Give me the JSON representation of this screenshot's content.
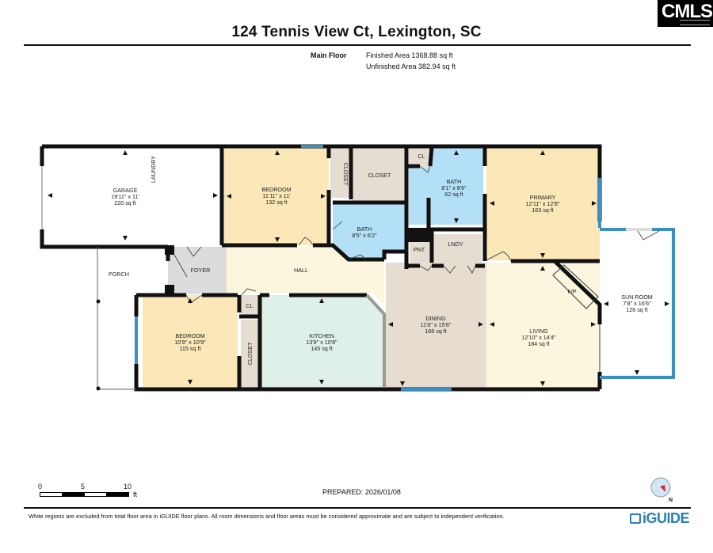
{
  "header": {
    "title": "124 Tennis View Ct, Lexington, SC",
    "logo_text": "CMLS",
    "floor_label": "Main Floor",
    "finished_area": "Finished Area 1368.88 sq ft",
    "unfinished_area": "Unfinished Area 382.94 sq ft"
  },
  "rooms": {
    "garage": {
      "name": "GARAGE",
      "dims": "19'11\" x 11'",
      "area": "220 sq ft"
    },
    "laundry": {
      "name": "LAUNDRY"
    },
    "bedroom1": {
      "name": "BEDROOM",
      "dims": "11'11\" x 11'",
      "area": "132 sq ft"
    },
    "closet_v1": {
      "name": "CLOSET"
    },
    "closet_main": {
      "name": "CLOSET"
    },
    "cl_top": {
      "name": "CL"
    },
    "bath1": {
      "name": "BATH",
      "dims": "8'1\" x 8'6\"",
      "area": "62 sq ft"
    },
    "bath2": {
      "name": "BATH",
      "dims": "8'5\" x 6'2\""
    },
    "primary": {
      "name": "PRIMARY",
      "dims": "12'11\" x 12'8\"",
      "area": "163 sq ft"
    },
    "pnt": {
      "name": "PNT"
    },
    "lndy": {
      "name": "LNDY"
    },
    "porch": {
      "name": "PORCH"
    },
    "foyer": {
      "name": "FOYER"
    },
    "hall": {
      "name": "HALL"
    },
    "bedroom2": {
      "name": "BEDROOM",
      "dims": "10'9\" x 10'9\"",
      "area": "115 sq ft"
    },
    "cl_mid": {
      "name": "CL"
    },
    "closet_v2": {
      "name": "CLOSET"
    },
    "kitchen": {
      "name": "KITCHEN",
      "dims": "13'9\" x 10'8\"",
      "area": "145 sq ft"
    },
    "dining": {
      "name": "DINING",
      "dims": "11'6\" x 15'6\"",
      "area": "168 sq ft"
    },
    "living": {
      "name": "LIVING",
      "dims": "12'10\" x 14'4\"",
      "area": "184 sq ft"
    },
    "fp": {
      "name": "F/P"
    },
    "sunroom": {
      "name": "SUN ROOM",
      "dims": "7'8\" x 16'6\"",
      "area": "126 sq ft"
    }
  },
  "colors": {
    "bedroom": "#fbe7b8",
    "bath": "#b3e0f7",
    "closet": "#e6ddd2",
    "hall": "#fdf6de",
    "foyer": "#dcdcdc",
    "kitchen": "#dff0e8",
    "dining": "#e6ddd0",
    "living": "#fdf6de",
    "window": "#3b8fc2",
    "wall": "#111111"
  },
  "scale": {
    "labels": [
      "0",
      "5",
      "10"
    ],
    "unit": "ft"
  },
  "footer": {
    "prepared": "PREPARED: 2026/01/08",
    "disclaimer": "White regions are excluded from total floor area in iGUIDE floor plans. All room dimensions and floor areas must be considered approximate and are subject to independent verification.",
    "brand": "iGUIDE",
    "compass_label": "N"
  }
}
